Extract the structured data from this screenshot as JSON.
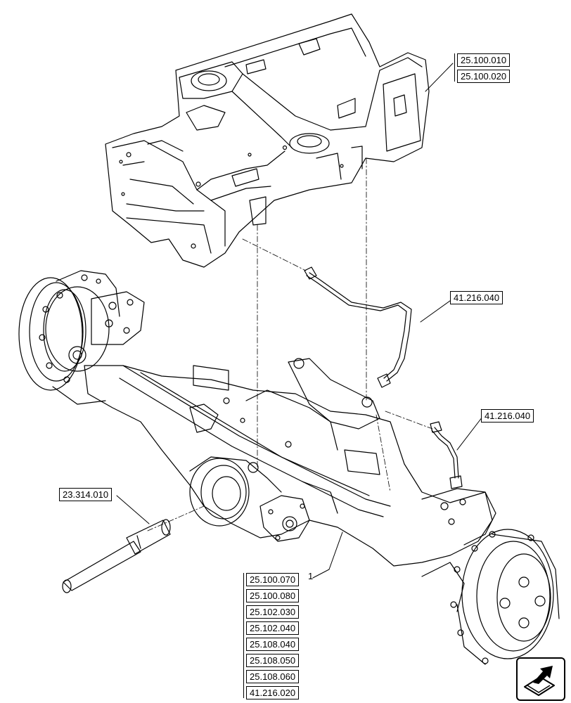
{
  "refs": {
    "frame_a": "25.100.010",
    "frame_b": "25.100.020",
    "pipe_upper": "41.216.040",
    "pipe_lower": "41.216.040",
    "shaft": "23.314.010",
    "axle_list": [
      "25.100.070",
      "25.100.080",
      "25.102.030",
      "25.102.040",
      "25.108.040",
      "25.108.050",
      "25.108.060",
      "41.216.020"
    ]
  },
  "item_number": "1",
  "icons": {
    "nav": "next-page-arrow-icon"
  }
}
